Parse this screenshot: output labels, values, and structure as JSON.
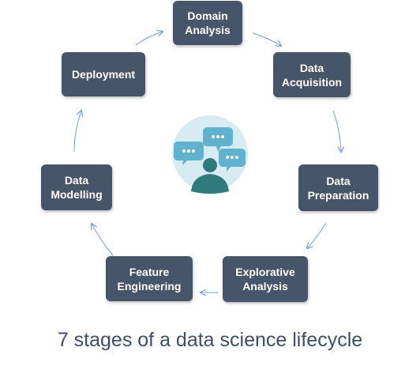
{
  "stages": [
    {
      "id": "domain-analysis",
      "label": "Domain\nAnalysis"
    },
    {
      "id": "data-acquisition",
      "label": "Data\nAcquisition"
    },
    {
      "id": "data-preparation",
      "label": "Data\nPreparation"
    },
    {
      "id": "explorative-analysis",
      "label": "Explorative\nAnalysis"
    },
    {
      "id": "feature-engineering",
      "label": "Feature\nEngineering"
    },
    {
      "id": "data-modelling",
      "label": "Data\nModelling"
    },
    {
      "id": "deployment",
      "label": "Deployment"
    }
  ],
  "caption": "7 stages of a data science lifecycle",
  "colors": {
    "box": "#46556a",
    "arrow": "#6f9fd6",
    "icon_circle": "#d7ebf3",
    "icon_person": "#2e7a7d",
    "icon_bubble": "#5fb3cf",
    "caption": "#3d4f66"
  },
  "icons": {
    "center": "person-with-speech-bubbles-icon"
  }
}
